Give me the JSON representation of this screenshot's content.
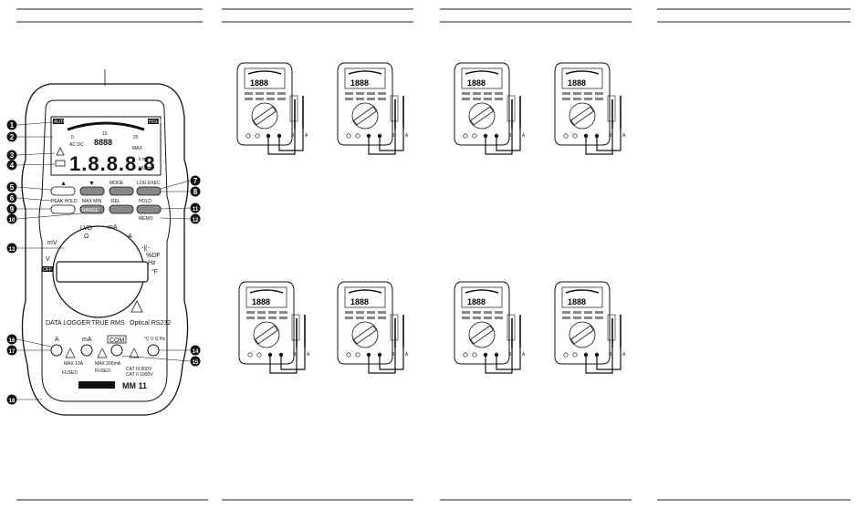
{
  "meter": {
    "model": "MM 11",
    "lcd": {
      "auto": "AUTO",
      "hold": "HOLD",
      "acdc": "AC DC",
      "small_digits": "8888",
      "max": "MAX",
      "big_digits": "1.8.8.8.8",
      "units_top": "k mV",
      "units_bottom": "MΩ Hz",
      "scale_marks": [
        "0",
        "10",
        "20"
      ]
    },
    "buttons": {
      "up_arrow": "▲",
      "down_arrow": "▼",
      "row1_right_label1": "MODE",
      "row1_right_label2": "LOG EXEC",
      "row2_left_label": "PEAK HOLD",
      "row2_mid_label": "MAX MIN",
      "row2_right_label": "REL",
      "row3_mid_label": "RANGE",
      "row3_right_label": "HOLD",
      "row3_far_label": "MEMO"
    },
    "dial": {
      "lvd": "LVD",
      "ohm": "Ω",
      "ma": "mA",
      "a": "A",
      "cap": "-|(-",
      "mv": "mV",
      "v": "V",
      "off": "OFF",
      "pct_df": "%DF",
      "hz": "Hz",
      "degf": "°F"
    },
    "labels": {
      "data_logger": "DATA LOGGER",
      "true_rms": "TRUE RMS",
      "optical": "Optical RS232",
      "jack_a": "A",
      "jack_ma": "mA",
      "jack_com": "COM",
      "jack_v": "°C V Ω Hz",
      "max_10a": "MAX 10A",
      "max_ma": "MAX 200mA",
      "fused1": "FUSED",
      "fused2": "FUSED",
      "cat": "CAT III 600V",
      "cat2": "CAT II 1000V"
    },
    "callouts": [
      "1",
      "2",
      "3",
      "4",
      "5",
      "6",
      "7",
      "8",
      "9",
      "10",
      "11",
      "12",
      "13",
      "14",
      "15",
      "16",
      "17",
      "18"
    ]
  },
  "thumbnails": {
    "probe_labels": [
      "B",
      "A"
    ]
  }
}
